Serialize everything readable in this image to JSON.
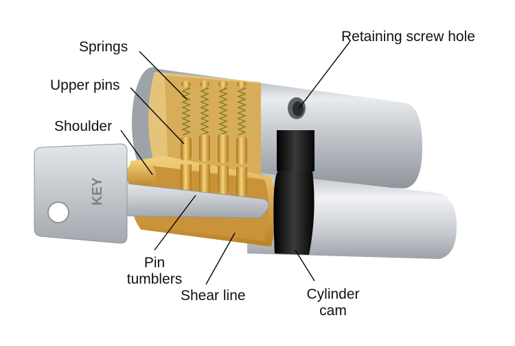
{
  "labels": {
    "springs": "Springs",
    "upper_pins": "Upper pins",
    "shoulder": "Shoulder",
    "retaining_screw_hole": "Retaining screw hole",
    "pin_tumblers_line1": "Pin",
    "pin_tumblers_line2": "tumblers",
    "shear_line": "Shear line",
    "cylinder_cam_line1": "Cylinder",
    "cylinder_cam_line2": "cam"
  },
  "key": {
    "engraving": "KEY"
  },
  "colors": {
    "brass": "#d9a43a",
    "steel": "#c9ccd0",
    "cam": "#1a1a1a",
    "spring": "#8a8a2a",
    "leader_line": "#000000"
  },
  "icons": [
    "lock-cylinder-cutaway",
    "key-icon"
  ]
}
